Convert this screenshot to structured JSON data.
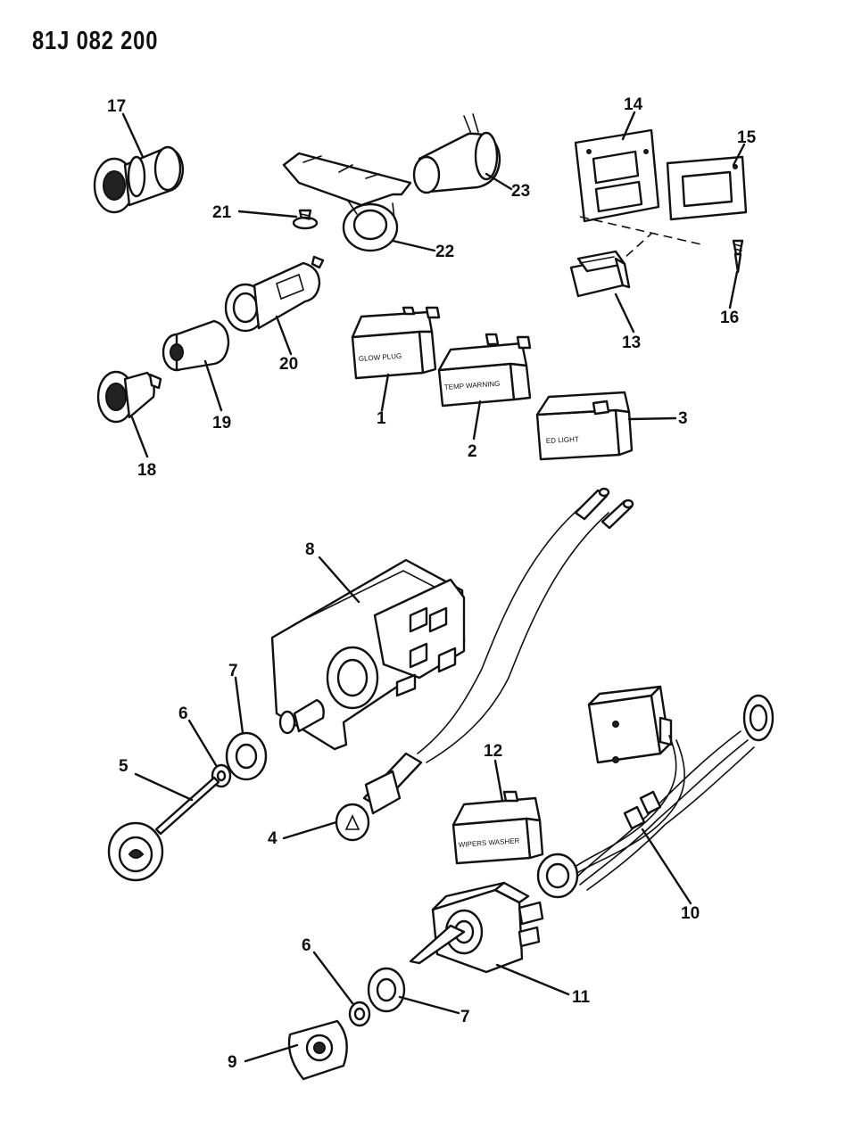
{
  "doc_id": "81J 082 200",
  "callouts": [
    "17",
    "14",
    "15",
    "21",
    "22",
    "23",
    "13",
    "16",
    "20",
    "19",
    "18",
    "1",
    "2",
    "3",
    "8",
    "7",
    "6",
    "5",
    "12",
    "4",
    "10",
    "11",
    "6",
    "7",
    "9"
  ],
  "switch_labels": {
    "glow_plug": "GLOW PLUG",
    "temp_warning": "TEMP WARNING",
    "ed_light": "ED LIGHT",
    "wipers_washer": "WIPERS WASHER"
  }
}
